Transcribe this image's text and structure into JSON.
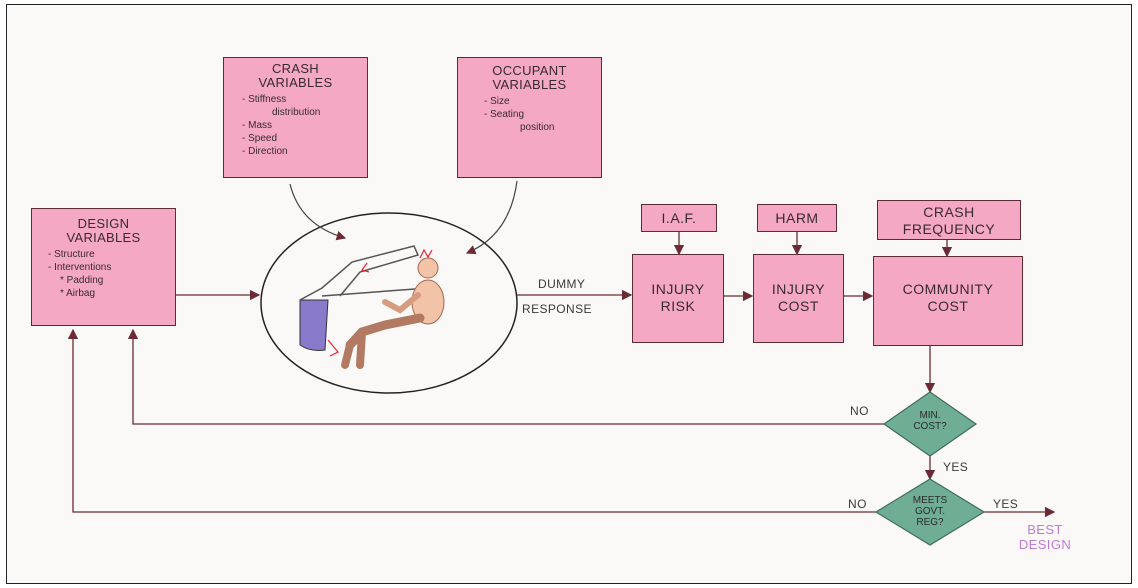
{
  "crash_variables": {
    "title": "CRASH VARIABLES",
    "items": [
      "- Stiffness",
      "distribution",
      "- Mass",
      "- Speed",
      "- Direction"
    ]
  },
  "occupant_variables": {
    "title": "OCCUPANT VARIABLES",
    "items": [
      "- Size",
      "- Seating",
      "position"
    ]
  },
  "design_variables": {
    "title": "DESIGN VARIABLES",
    "items": [
      "- Structure",
      "- Interventions",
      "* Padding",
      "* Airbag"
    ]
  },
  "iaf": "I.A.F.",
  "harm": "HARM",
  "crash_frequency": "CRASH FREQUENCY",
  "injury_risk": "INJURY RISK",
  "injury_cost": "INJURY COST",
  "community_cost": "COMMUNITY COST",
  "dummy": "DUMMY",
  "response": "RESPONSE",
  "min_cost": "MIN. COST?",
  "meets_govt_reg": "MEETS GOVT. REG?",
  "no_label": "NO",
  "yes_label": "YES",
  "best_design": "BEST DESIGN",
  "colors": {
    "box_fill": "#f4a8c4",
    "diamond_fill": "#6fae94",
    "line": "#6b2a35",
    "best_design": "#c07ad8"
  }
}
